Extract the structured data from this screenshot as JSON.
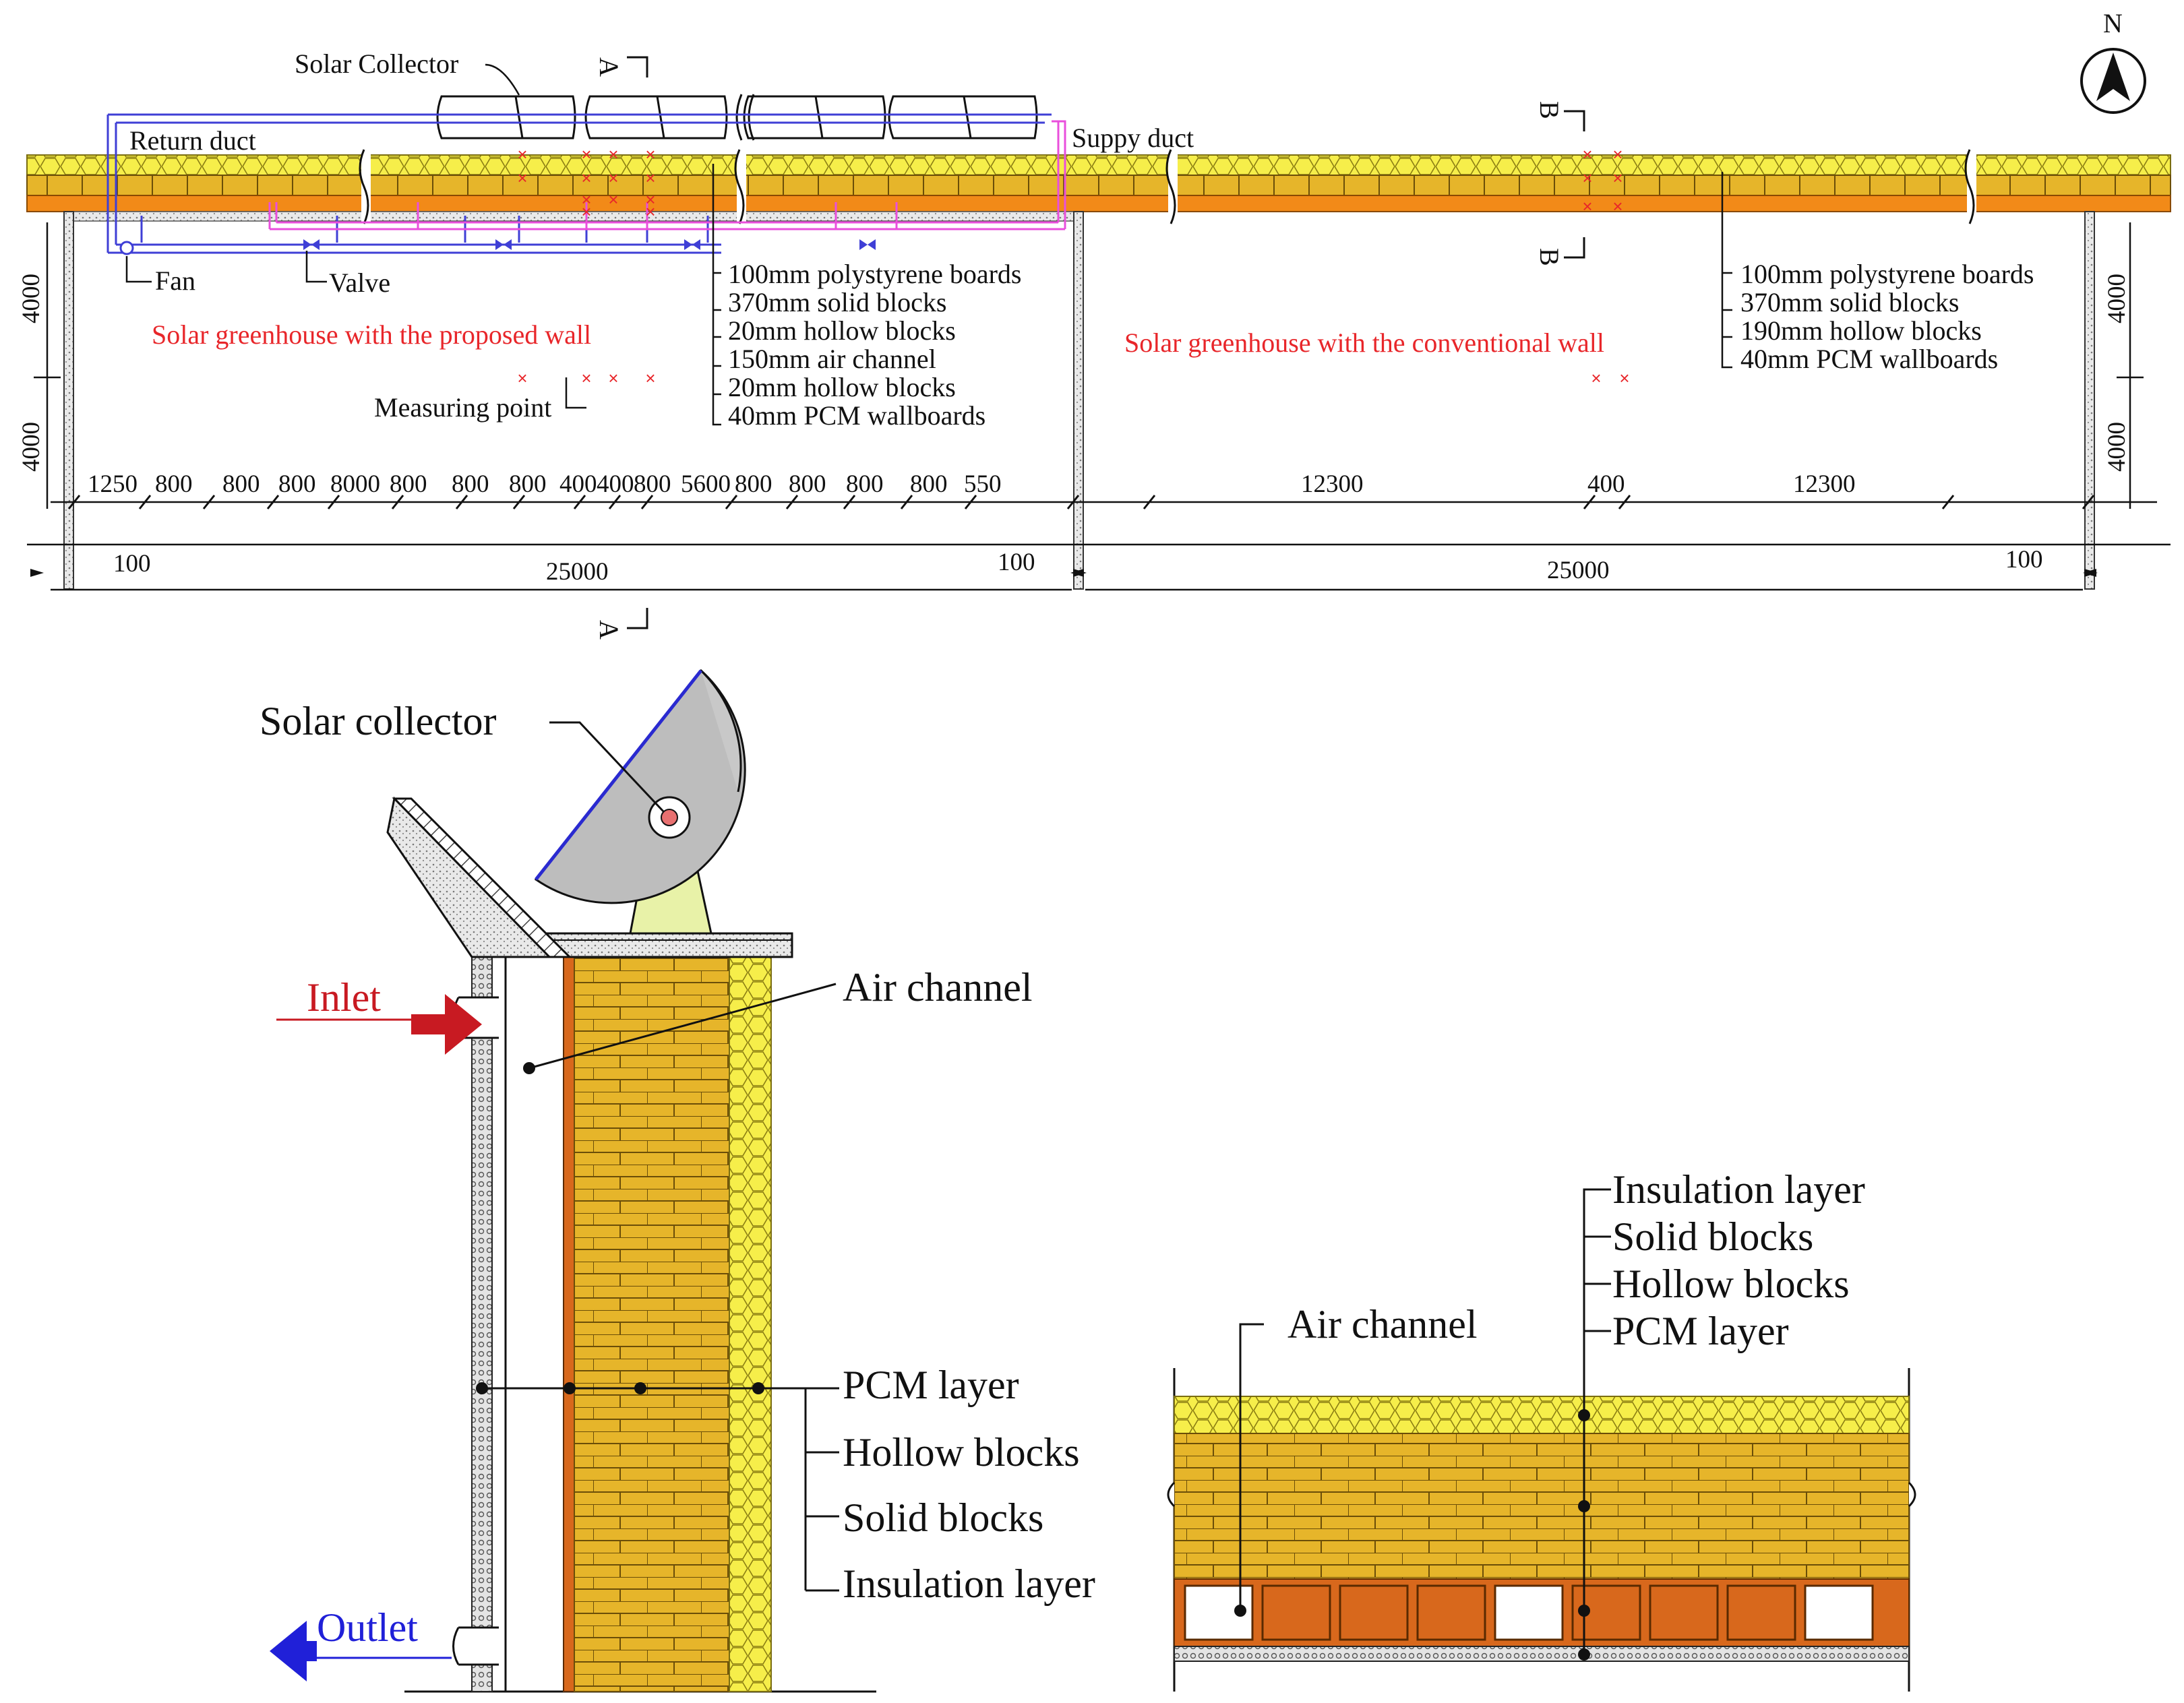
{
  "colors": {
    "insulation": "#f6ee4a",
    "insulation_stroke": "#8a7d12",
    "solid_block": "#e6b52a",
    "hollow_block": "#d8681c",
    "pcm_board": "#f28a18",
    "return_duct": "#3f3fd6",
    "supply_duct": "#e94fdc",
    "measuring_point": "#e8262a",
    "inlet": "#c81a22",
    "outlet": "#2020d8",
    "red_text": "#e8262a"
  },
  "plan": {
    "north": "N",
    "solar_collector": "Solar  Collector",
    "return_duct": "Return duct",
    "supply_duct": "Suppy duct",
    "fan": "Fan",
    "valve": "Valve",
    "section_a": "A",
    "section_b": "B",
    "greenhouse_proposed": "Solar greenhouse with the proposed wall",
    "greenhouse_conventional": "Solar greenhouse with the conventional wall",
    "measuring_point": "Measuring point",
    "proposed_layers": [
      "100mm polystyrene boards",
      "370mm solid blocks",
      "20mm hollow blocks",
      "150mm air channel",
      "20mm hollow blocks",
      "40mm PCM wallboards"
    ],
    "conventional_layers": [
      "100mm polystyrene boards",
      "370mm solid blocks",
      "190mm hollow blocks",
      "40mm PCM wallboards"
    ],
    "height_dims": [
      "4000",
      "4000"
    ],
    "spacing_dims_left": [
      "1250",
      "800",
      "800",
      "800",
      "8000",
      "800",
      "800",
      "800",
      "400",
      "400",
      "800",
      "5600",
      "800",
      "800",
      "800",
      "800",
      "550"
    ],
    "spacing_dims_right": [
      "12300",
      "400",
      "12300"
    ],
    "total_dims": [
      "25000",
      "25000"
    ],
    "edge_dims": [
      "100",
      "100",
      "100"
    ]
  },
  "section": {
    "solar_collector": "Solar  collector",
    "inlet": "Inlet",
    "outlet": "Outlet",
    "air_channel": "Air channel",
    "layers": [
      "PCM layer",
      "Hollow blocks",
      "Solid blocks",
      "Insulation layer"
    ]
  },
  "plan_detail": {
    "air_channel": "Air channel",
    "layers": [
      "Insulation layer",
      "Solid blocks",
      "Hollow blocks",
      "PCM layer"
    ]
  }
}
